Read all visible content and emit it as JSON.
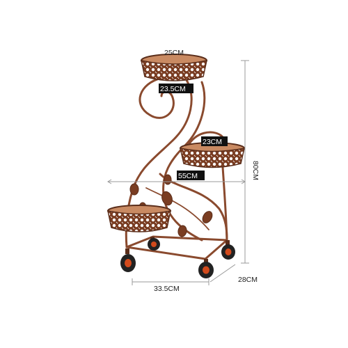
{
  "dimensions": {
    "top_basket_width": "25CM",
    "top_basket_inner": "23.5CM",
    "middle_basket_width": "23CM",
    "overall_width": "55CM",
    "height": "80CM",
    "base_width": "33.5CM",
    "base_depth": "28CM"
  },
  "colors": {
    "frame": "#8a4a2e",
    "frame_dark": "#5a2d1a",
    "highlight": "#c98a62",
    "wheel": "#222222",
    "wheel_accent": "#d24a1c",
    "dimension_line": "#9a9a9a"
  }
}
